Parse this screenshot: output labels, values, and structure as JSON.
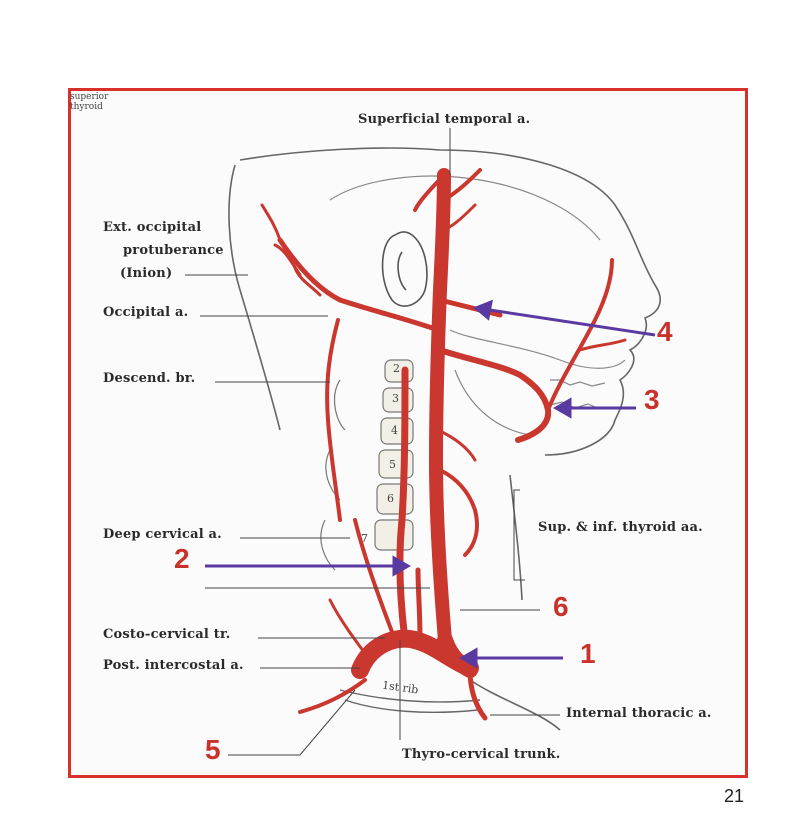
{
  "corner_label": [
    "superior",
    "thyroid"
  ],
  "labels": {
    "superficial_temporal": "Superficial temporal a.",
    "ext_occipital_1": "Ext. occipital",
    "ext_occipital_2": "protuberance",
    "ext_occipital_3": "(Inion)",
    "occipital": "Occipital a.",
    "descend_br": "Descend. br.",
    "deep_cervical": "Deep cervical a.",
    "sup_inf_thyroid": "Sup. & inf. thyroid aa.",
    "costo_cervical": "Costo-cervical tr.",
    "post_intercostal": "Post. intercostal a.",
    "internal_thoracic": "Internal thoracic a.",
    "thyro_cervical": "Thyro-cervical trunk.",
    "first_rib": "1st rib"
  },
  "vertebra_numbers": [
    "2",
    "3",
    "4",
    "5",
    "6",
    "7"
  ],
  "markers": {
    "m1": "1",
    "m2": "2",
    "m3": "3",
    "m4": "4",
    "m5": "5",
    "m6": "6"
  },
  "page_number": "21",
  "colors": {
    "frame": "#d9302b",
    "artery": "#c9372e",
    "arrow": "#5a3aa0",
    "marker": "#c8322a"
  }
}
